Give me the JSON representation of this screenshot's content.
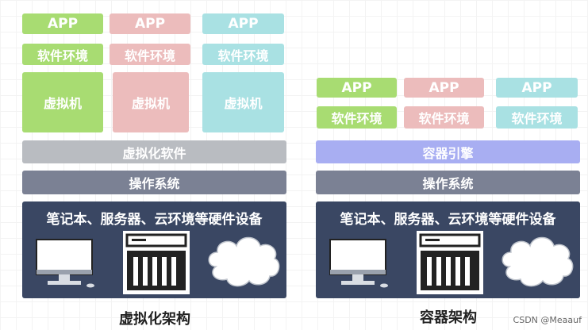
{
  "virtualization": {
    "apps": [
      "APP",
      "APP",
      "APP"
    ],
    "envs": [
      "软件环境",
      "软件环境",
      "软件环境"
    ],
    "vms": [
      "虚拟机",
      "虚拟机",
      "虚拟机"
    ],
    "hypervisor": "虚拟化软件",
    "os": "操作系统",
    "hardware": "笔记本、服务器、云环境等硬件设备",
    "caption": "虚拟化架构"
  },
  "container": {
    "apps": [
      "APP",
      "APP",
      "APP"
    ],
    "envs": [
      "软件环境",
      "软件环境",
      "软件环境"
    ],
    "engine": "容器引擎",
    "os": "操作系统",
    "hardware": "笔记本、服务器、云环境等硬件设备",
    "caption": "容器架构"
  },
  "watermark": "CSDN @Meaauf",
  "colors": {
    "green": "#a8dc72",
    "pink": "#ecbcbc",
    "cyan": "#a9e1e3",
    "hypervisor_gray": "#b9bcc1",
    "os_slate": "#7b8194",
    "engine_purple": "#a8aef2",
    "hardware_navy": "#3a4763"
  },
  "icons": [
    "laptop-icon",
    "server-icon",
    "cloud-icon"
  ]
}
